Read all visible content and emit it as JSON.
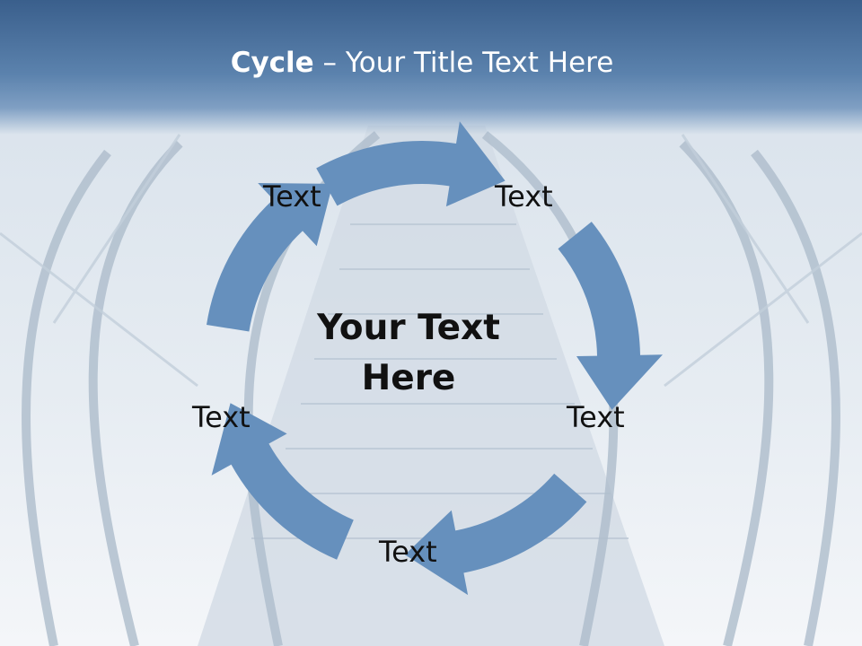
{
  "slide": {
    "title_bold": "Cycle",
    "title_rest": " – Your Title Text Here",
    "center_text_line1": "Your Text",
    "center_text_line2": "Here",
    "nodes": [
      {
        "label": "Text"
      },
      {
        "label": "Text"
      },
      {
        "label": "Text"
      },
      {
        "label": "Text"
      },
      {
        "label": "Text"
      }
    ]
  },
  "colors": {
    "arrow_fill": "#6690bd",
    "header_top": "#3a5f8c",
    "title_text": "#ffffff",
    "label_text": "#111111"
  }
}
